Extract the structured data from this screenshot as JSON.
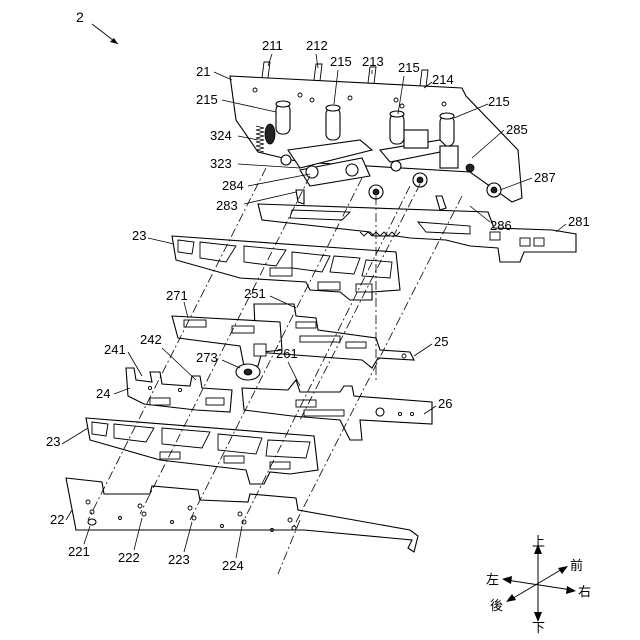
{
  "figure": {
    "assembly_ref": "2",
    "parts": {
      "p21": "21",
      "p211": "211",
      "p212": "212",
      "p213": "213",
      "p214": "214",
      "p215a": "215",
      "p215b": "215",
      "p215c": "215",
      "p215d": "215",
      "p285": "285",
      "p287": "287",
      "p286": "286",
      "p281": "281",
      "p324": "324",
      "p323": "323",
      "p284": "284",
      "p283": "283",
      "p23a": "23",
      "p271": "271",
      "p251": "251",
      "p25": "25",
      "p241": "241",
      "p242": "242",
      "p273": "273",
      "p261": "261",
      "p24": "24",
      "p26": "26",
      "p23b": "23",
      "p22": "22",
      "p221": "221",
      "p222": "222",
      "p223": "223",
      "p224": "224"
    }
  },
  "compass": {
    "up": "上",
    "down": "下",
    "left": "左",
    "right": "右",
    "front": "前",
    "back": "後"
  }
}
